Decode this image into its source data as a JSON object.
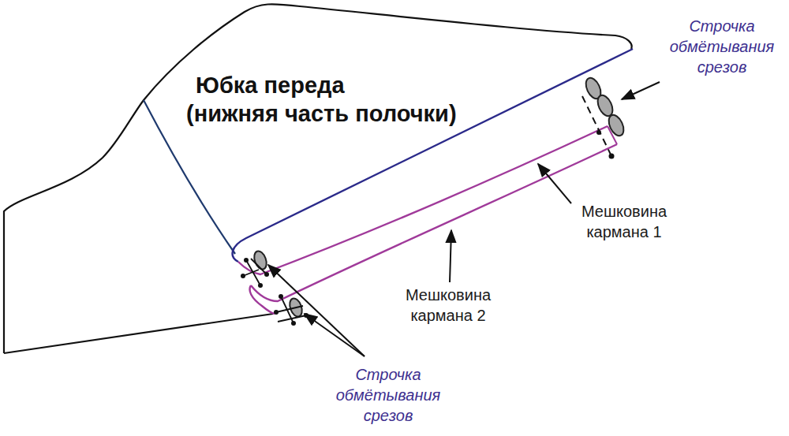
{
  "diagram": {
    "labels": [
      "Строчка обмётывания срезов",
      "Юбка переда",
      "(нижняя часть полочки)",
      "Мешковина кармана 1",
      "Мешковина кармана 2",
      "Строчка обмётывания срезов"
    ]
  }
}
